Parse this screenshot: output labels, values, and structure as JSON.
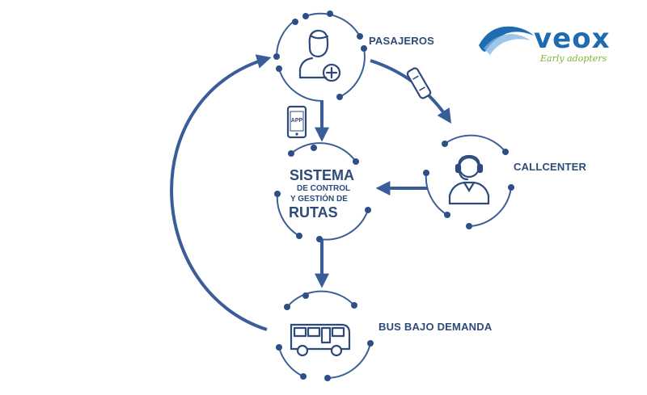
{
  "nodes": {
    "pasajeros": {
      "label": "PASAJEROS"
    },
    "callcenter": {
      "label": "CALLCENTER"
    },
    "sistema": {
      "line1": "SISTEMA",
      "line2": "DE CONTROL",
      "line3": "Y GESTIÓN DE",
      "line4": "RUTAS"
    },
    "bus": {
      "label": "BUS BAJO DEMANDA"
    }
  },
  "app_badge": "APP",
  "logo": {
    "name": "veox",
    "tagline": "Early adopters"
  },
  "colors": {
    "primary": "#2d4a7a",
    "arrow": "#3a5d9a",
    "ring": "#3d5f97",
    "dot": "#2d4f86",
    "logo_blue": "#1f6bb0",
    "logo_green": "#7db335"
  },
  "icons": [
    "user-plus-icon",
    "phone-icon",
    "smartphone-app-icon",
    "headset-operator-icon",
    "bus-icon"
  ]
}
